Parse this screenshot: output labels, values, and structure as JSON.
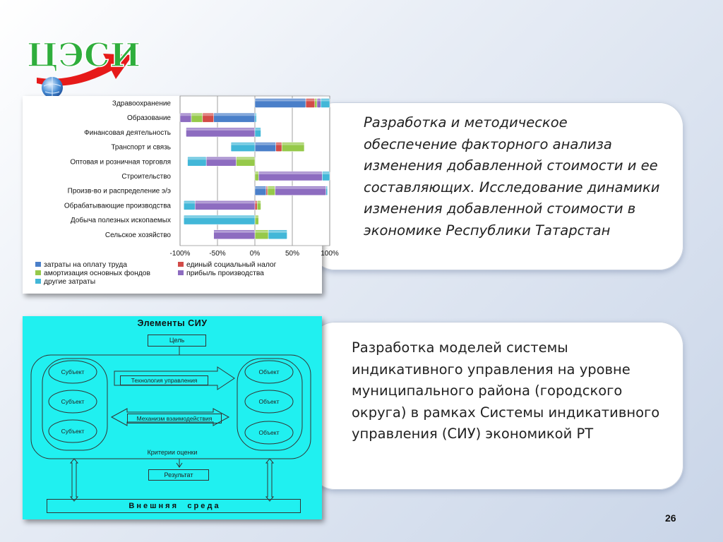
{
  "logo": {
    "text": "ЦЭСИ"
  },
  "chart": {
    "categories": [
      "Здравоохранение",
      "Образование",
      "Финансовая деятельность",
      "Транспорт и связь",
      "Оптовая и розничная торговля",
      "Строительство",
      "Произв-во и распределение э/э",
      "Обрабатывающие производства",
      "Добыча полезных ископаемых",
      "Сельское хозяйство"
    ],
    "tick_labels": [
      "-100%",
      "-50%",
      "0%",
      "50%",
      "100%"
    ],
    "legend": [
      "затраты на оплату труда",
      "единый социальный налог",
      "амортизация основных фондов",
      "прибыль производства",
      "другие затраты"
    ]
  },
  "chart_data": {
    "type": "bar",
    "stacked": true,
    "orientation": "horizontal",
    "xlim": [
      -100,
      100
    ],
    "xlabel": "",
    "ylabel": "",
    "grid": true,
    "legend_position": "bottom",
    "colors": [
      "#4a7fc9",
      "#d24b48",
      "#96c94a",
      "#8d6cc0",
      "#42b7d8"
    ],
    "categories": [
      "Здравоохранение",
      "Образование",
      "Финансовая деятельность",
      "Транспорт и связь",
      "Оптовая и розничная торговля",
      "Строительство",
      "Произв-во и распределение э/э",
      "Обрабатывающие производства",
      "Добыча полезных ископаемых",
      "Сельское хозяйство"
    ],
    "series": [
      {
        "name": "затраты на оплату труда",
        "values": [
          68,
          -55,
          0,
          28,
          0,
          0,
          15,
          0,
          0,
          0
        ]
      },
      {
        "name": "единый социальный налог",
        "values": [
          12,
          -15,
          0,
          8,
          0,
          0,
          2,
          3,
          0,
          0
        ]
      },
      {
        "name": "амортизация основных фондов",
        "values": [
          3,
          -15,
          0,
          30,
          -25,
          5,
          10,
          5,
          5,
          18
        ]
      },
      {
        "name": "прибыль производства",
        "values": [
          5,
          -15,
          -92,
          0,
          -40,
          85,
          68,
          -80,
          0,
          -55
        ]
      },
      {
        "name": "другие затраты",
        "values": [
          12,
          2,
          8,
          -32,
          -25,
          10,
          2,
          -15,
          -95,
          25
        ]
      }
    ]
  },
  "diagram": {
    "title": "Элементы  СИУ",
    "goal": "Цель",
    "subjects": [
      "Субъект",
      "Субъект",
      "Субъект"
    ],
    "objects": [
      "Объект",
      "Объект",
      "Объект"
    ],
    "technology": "Технология управления",
    "mechanism": "Механизм взаимодействия",
    "criteria": "Критерии оценки",
    "result": "Результат",
    "environment": "В н е ш н я я     с р е д а"
  },
  "panel1": {
    "text": "Разработка и методическое обеспечение факторного анализа изменения добавленной стоимости и ее составляющих. Исследование динамики изменения добавленной стоимости в экономике Республики Татарстан"
  },
  "panel2": {
    "text": "Разработка моделей системы индикативного управления на уровне муниципального района (городского округа) в рамках Системы индикативного управления (СИУ) экономикой РТ"
  },
  "slide_number": "26"
}
